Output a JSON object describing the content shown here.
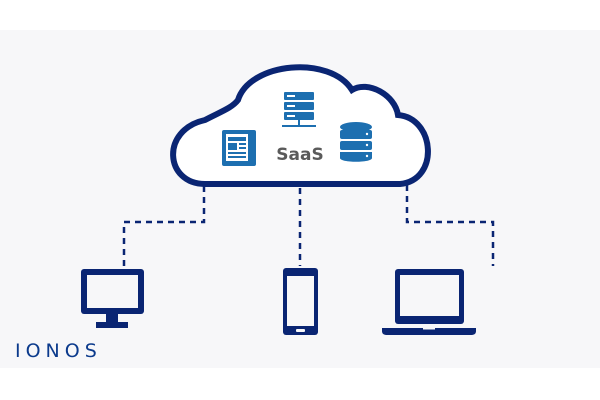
{
  "diagram": {
    "center_label": "SaaS",
    "brand_logo": "IONOS",
    "nodes": [
      "cloud",
      "desktop-monitor",
      "smartphone",
      "laptop"
    ],
    "cloud_icons": [
      "document-icon",
      "server-icon",
      "database-icon"
    ],
    "colors": {
      "outline": "#0a2573",
      "icon": "#1d6fb0",
      "background": "#f7f7f9"
    }
  }
}
